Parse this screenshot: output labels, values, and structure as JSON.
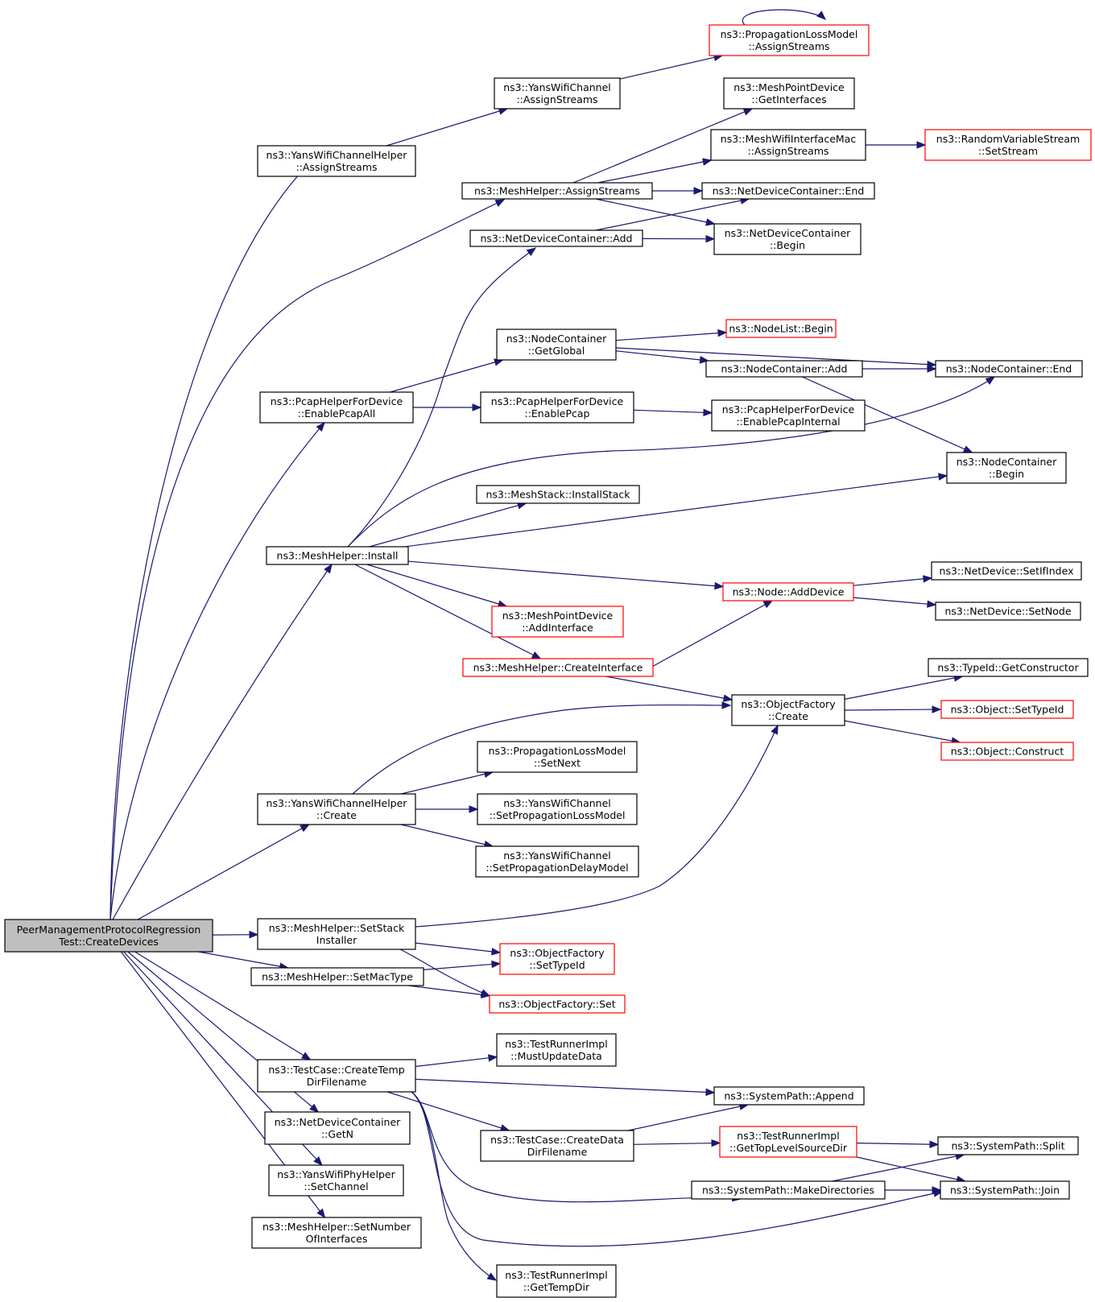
{
  "colors": {
    "edge": "#191970",
    "root_fill": "#bfbfbf",
    "truncated_border": "#ff0000",
    "node_border": "#000000"
  },
  "nodes": {
    "root": {
      "lines": [
        "PeerManagementProtocolRegression",
        "Test::CreateDevices"
      ],
      "kind": "root"
    },
    "ywch_assign": {
      "lines": [
        "ns3::YansWifiChannelHelper",
        "::AssignStreams"
      ]
    },
    "ywc_assign": {
      "lines": [
        "ns3::YansWifiChannel",
        "::AssignStreams"
      ]
    },
    "plm_assign": {
      "lines": [
        "ns3::PropagationLossModel",
        "::AssignStreams"
      ],
      "kind": "trunc"
    },
    "mpd_getif": {
      "lines": [
        "ns3::MeshPointDevice",
        "::GetInterfaces"
      ]
    },
    "mwim_assign": {
      "lines": [
        "ns3::MeshWifiInterfaceMac",
        "::AssignStreams"
      ]
    },
    "rvs_setstream": {
      "lines": [
        "ns3::RandomVariableStream",
        "::SetStream"
      ],
      "kind": "trunc"
    },
    "mh_assign": {
      "lines": [
        "ns3::MeshHelper::AssignStreams"
      ]
    },
    "ndc_end": {
      "lines": [
        "ns3::NetDeviceContainer::End"
      ]
    },
    "ndc_add": {
      "lines": [
        "ns3::NetDeviceContainer::Add"
      ]
    },
    "ndc_begin": {
      "lines": [
        "ns3::NetDeviceContainer",
        "::Begin"
      ]
    },
    "nc_getglobal": {
      "lines": [
        "ns3::NodeContainer",
        "::GetGlobal"
      ]
    },
    "nl_begin": {
      "lines": [
        "ns3::NodeList::Begin"
      ],
      "kind": "trunc"
    },
    "nc_add": {
      "lines": [
        "ns3::NodeContainer::Add"
      ]
    },
    "nc_end": {
      "lines": [
        "ns3::NodeContainer::End"
      ]
    },
    "phfd_all": {
      "lines": [
        "ns3::PcapHelperForDevice",
        "::EnablePcapAll"
      ]
    },
    "phfd_pcap": {
      "lines": [
        "ns3::PcapHelperForDevice",
        "::EnablePcap"
      ]
    },
    "phfd_internal": {
      "lines": [
        "ns3::PcapHelperForDevice",
        "::EnablePcapInternal"
      ]
    },
    "nc_begin": {
      "lines": [
        "ns3::NodeContainer",
        "::Begin"
      ]
    },
    "ms_install": {
      "lines": [
        "ns3::MeshStack::InstallStack"
      ]
    },
    "mh_install": {
      "lines": [
        "ns3::MeshHelper::Install"
      ]
    },
    "nd_setifindex": {
      "lines": [
        "ns3::NetDevice::SetIfIndex"
      ]
    },
    "node_adddevice": {
      "lines": [
        "ns3::Node::AddDevice"
      ],
      "kind": "trunc"
    },
    "nd_setnode": {
      "lines": [
        "ns3::NetDevice::SetNode"
      ]
    },
    "mpd_addif": {
      "lines": [
        "ns3::MeshPointDevice",
        "::AddInterface"
      ],
      "kind": "trunc"
    },
    "mh_createif": {
      "lines": [
        "ns3::MeshHelper::CreateInterface"
      ],
      "kind": "trunc"
    },
    "tid_getctor": {
      "lines": [
        "ns3::TypeId::GetConstructor"
      ]
    },
    "of_create": {
      "lines": [
        "ns3::ObjectFactory",
        "::Create"
      ]
    },
    "obj_settypeid": {
      "lines": [
        "ns3::Object::SetTypeId"
      ],
      "kind": "trunc"
    },
    "obj_construct": {
      "lines": [
        "ns3::Object::Construct"
      ],
      "kind": "trunc"
    },
    "plm_setnext": {
      "lines": [
        "ns3::PropagationLossModel",
        "::SetNext"
      ]
    },
    "ywch_create": {
      "lines": [
        "ns3::YansWifiChannelHelper",
        "::Create"
      ]
    },
    "ywc_setloss": {
      "lines": [
        "ns3::YansWifiChannel",
        "::SetPropagationLossModel"
      ]
    },
    "ywc_setdelay": {
      "lines": [
        "ns3::YansWifiChannel",
        "::SetPropagationDelayModel"
      ]
    },
    "mh_setstack": {
      "lines": [
        "ns3::MeshHelper::SetStack",
        "Installer"
      ]
    },
    "of_settypeid": {
      "lines": [
        "ns3::ObjectFactory",
        "::SetTypeId"
      ],
      "kind": "trunc"
    },
    "mh_setmactype": {
      "lines": [
        "ns3::MeshHelper::SetMacType"
      ]
    },
    "of_set": {
      "lines": [
        "ns3::ObjectFactory::Set"
      ],
      "kind": "trunc"
    },
    "tri_mustupdate": {
      "lines": [
        "ns3::TestRunnerImpl",
        "::MustUpdateData"
      ]
    },
    "tc_createtemp": {
      "lines": [
        "ns3::TestCase::CreateTemp",
        "DirFilename"
      ]
    },
    "sp_append": {
      "lines": [
        "ns3::SystemPath::Append"
      ]
    },
    "ndc_getn": {
      "lines": [
        "ns3::NetDeviceContainer",
        "::GetN"
      ]
    },
    "tc_createdata": {
      "lines": [
        "ns3::TestCase::CreateData",
        "DirFilename"
      ]
    },
    "tri_gettoplevel": {
      "lines": [
        "ns3::TestRunnerImpl",
        "::GetTopLevelSourceDir"
      ],
      "kind": "trunc"
    },
    "sp_split": {
      "lines": [
        "ns3::SystemPath::Split"
      ]
    },
    "ywph_setchannel": {
      "lines": [
        "ns3::YansWifiPhyHelper",
        "::SetChannel"
      ]
    },
    "sp_makedirs": {
      "lines": [
        "ns3::SystemPath::MakeDirectories"
      ]
    },
    "sp_join": {
      "lines": [
        "ns3::SystemPath::Join"
      ]
    },
    "mh_setnumif": {
      "lines": [
        "ns3::MeshHelper::SetNumber",
        "OfInterfaces"
      ]
    },
    "tri_gettempdir": {
      "lines": [
        "ns3::TestRunnerImpl",
        "::GetTempDir"
      ]
    }
  },
  "edges": [
    [
      "root",
      "ywch_assign"
    ],
    [
      "root",
      "mh_assign"
    ],
    [
      "root",
      "phfd_all"
    ],
    [
      "root",
      "mh_install"
    ],
    [
      "root",
      "ywch_create"
    ],
    [
      "root",
      "mh_setstack"
    ],
    [
      "root",
      "mh_setmactype"
    ],
    [
      "root",
      "tc_createtemp"
    ],
    [
      "root",
      "ndc_getn"
    ],
    [
      "root",
      "ywph_setchannel"
    ],
    [
      "root",
      "mh_setnumif"
    ],
    [
      "ywch_assign",
      "ywc_assign"
    ],
    [
      "ywc_assign",
      "plm_assign"
    ],
    [
      "plm_assign",
      "plm_assign"
    ],
    [
      "mh_assign",
      "mpd_getif"
    ],
    [
      "mh_assign",
      "mwim_assign"
    ],
    [
      "mh_assign",
      "ndc_end"
    ],
    [
      "mh_assign",
      "ndc_begin"
    ],
    [
      "mwim_assign",
      "rvs_setstream"
    ],
    [
      "ndc_add",
      "ndc_end"
    ],
    [
      "ndc_add",
      "ndc_begin"
    ],
    [
      "phfd_all",
      "nc_getglobal"
    ],
    [
      "phfd_all",
      "phfd_pcap"
    ],
    [
      "nc_getglobal",
      "nl_begin"
    ],
    [
      "nc_getglobal",
      "nc_add"
    ],
    [
      "nc_getglobal",
      "nc_end"
    ],
    [
      "nc_add",
      "nc_end"
    ],
    [
      "nc_add",
      "nc_begin"
    ],
    [
      "phfd_pcap",
      "phfd_internal"
    ],
    [
      "mh_install",
      "ndc_add"
    ],
    [
      "mh_install",
      "nc_end"
    ],
    [
      "mh_install",
      "nc_begin"
    ],
    [
      "mh_install",
      "ms_install"
    ],
    [
      "mh_install",
      "node_adddevice"
    ],
    [
      "mh_install",
      "mpd_addif"
    ],
    [
      "mh_install",
      "mh_createif"
    ],
    [
      "node_adddevice",
      "nd_setifindex"
    ],
    [
      "node_adddevice",
      "nd_setnode"
    ],
    [
      "mh_createif",
      "node_adddevice"
    ],
    [
      "mh_createif",
      "of_create"
    ],
    [
      "of_create",
      "tid_getctor"
    ],
    [
      "of_create",
      "obj_settypeid"
    ],
    [
      "of_create",
      "obj_construct"
    ],
    [
      "ywch_create",
      "of_create"
    ],
    [
      "ywch_create",
      "plm_setnext"
    ],
    [
      "ywch_create",
      "ywc_setloss"
    ],
    [
      "ywch_create",
      "ywc_setdelay"
    ],
    [
      "mh_setstack",
      "of_create"
    ],
    [
      "mh_setstack",
      "of_settypeid"
    ],
    [
      "mh_setstack",
      "of_set"
    ],
    [
      "mh_setmactype",
      "of_settypeid"
    ],
    [
      "mh_setmactype",
      "of_set"
    ],
    [
      "tc_createtemp",
      "tri_mustupdate"
    ],
    [
      "tc_createtemp",
      "sp_append"
    ],
    [
      "tc_createtemp",
      "tc_createdata"
    ],
    [
      "tc_createtemp",
      "sp_makedirs"
    ],
    [
      "tc_createtemp",
      "sp_join"
    ],
    [
      "tc_createtemp",
      "tri_gettempdir"
    ],
    [
      "tc_createdata",
      "sp_append"
    ],
    [
      "tc_createdata",
      "tri_gettoplevel"
    ],
    [
      "tri_gettoplevel",
      "sp_split"
    ],
    [
      "tri_gettoplevel",
      "sp_join"
    ],
    [
      "sp_makedirs",
      "sp_split"
    ],
    [
      "sp_makedirs",
      "sp_join"
    ]
  ]
}
